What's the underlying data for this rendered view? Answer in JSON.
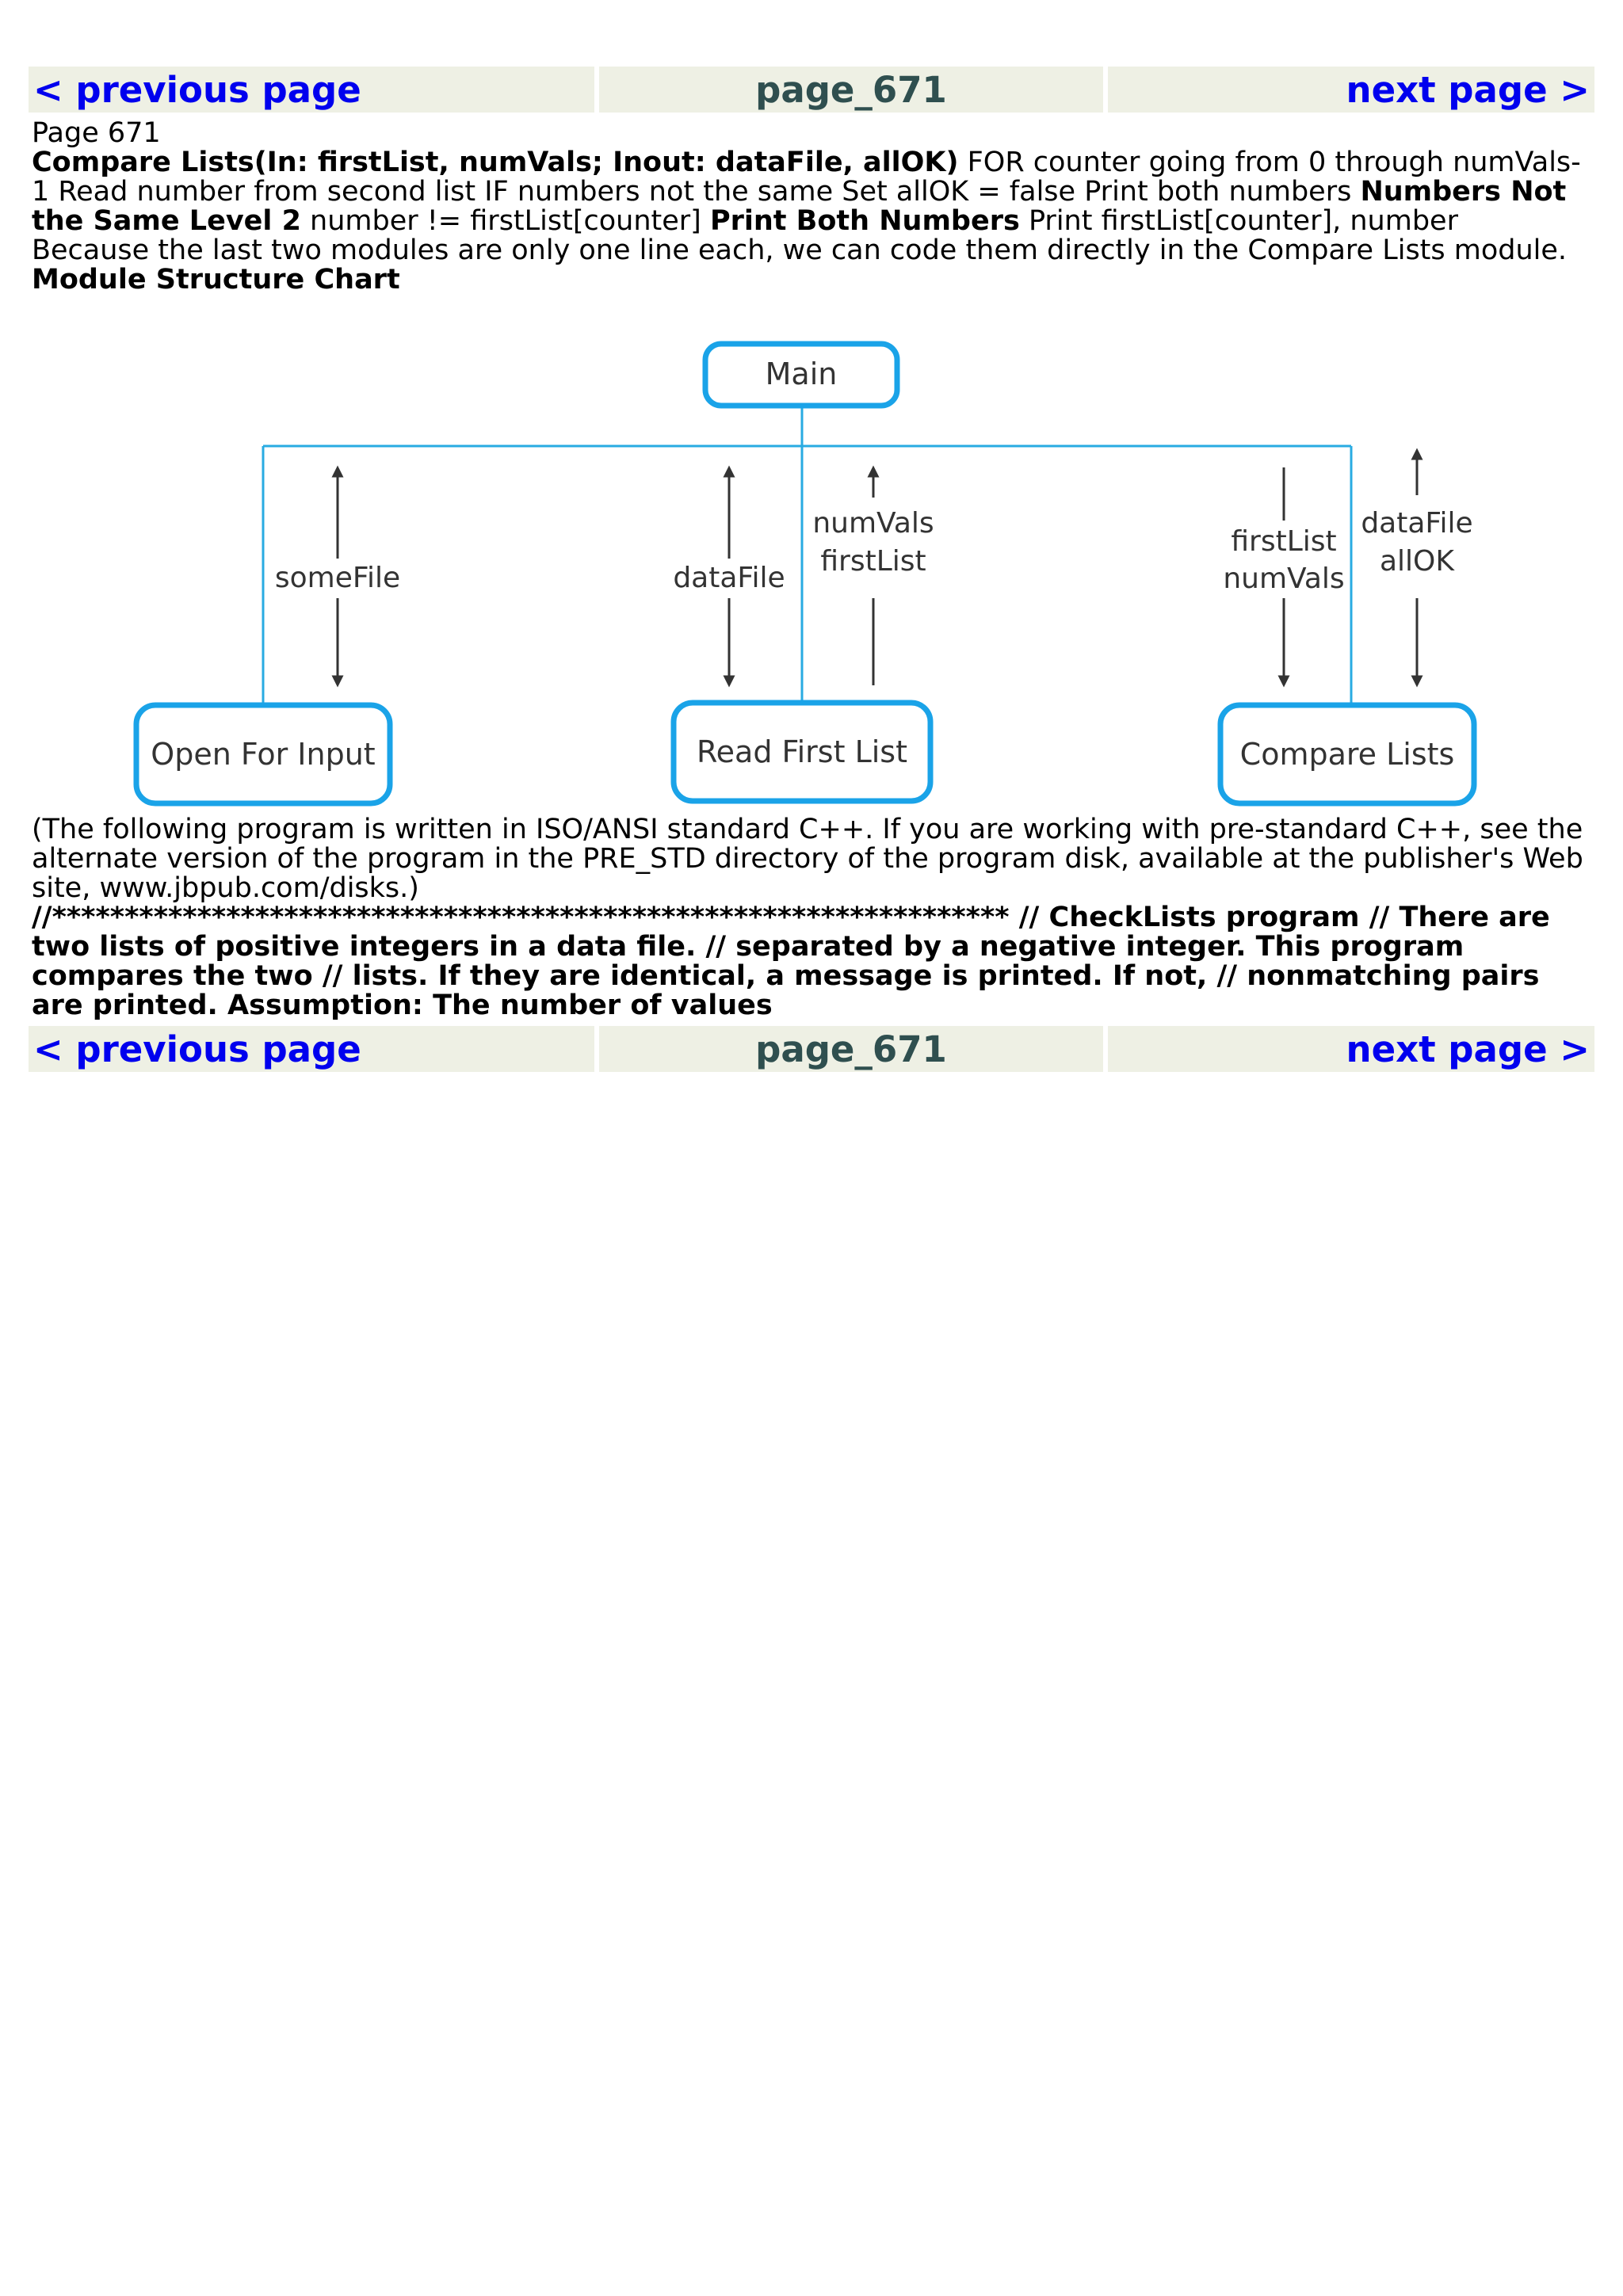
{
  "nav": {
    "prev_label": "< previous page",
    "page_label": "page_671",
    "next_label": "next page >"
  },
  "content": {
    "page_number": "Page 671",
    "compare_heading": "Compare Lists(In: firstList, numVals; Inout: dataFile, allOK)",
    "compare_body_1": " FOR counter going from 0 through numVals-1 Read number from second list IF numbers not the same Set allOK = false Print both numbers ",
    "numbers_heading": "Numbers Not the Same Level 2",
    "numbers_body": " number != firstList[counter] ",
    "print_heading": "Print Both Numbers",
    "print_body": " Print firstList[counter], number",
    "because_text": "Because the last two modules are only one line each, we can code them directly in the Compare Lists module.",
    "chart_heading": "Module Structure Chart",
    "following_note": "(The following program is written in ISO/ANSI standard C++. If you are working with pre-standard C++, see the alternate version of the program in the PRE_STD directory of the program disk, available at the publisher's Web site, www.jbpub.com/disks.)",
    "code_comment": "//****************************************************************** // CheckLists program // There are two lists of positive integers in a data file. // separated by a negative integer. This program compares the two // lists. If they are identical, a message is printed. If not, // nonmatching pairs are printed. Assumption: The number of values"
  },
  "diagram": {
    "main_label": "Main",
    "open_label": "Open For Input",
    "read_label": "Read First List",
    "compare_label": "Compare Lists",
    "somefile_label": "someFile",
    "datafile_label": "dataFile",
    "numvals_label": "numVals",
    "firstlist_label": "firstList",
    "compare_firstlist_label": "firstList",
    "compare_numvals_label": "numVals",
    "compare_datafile_label": "dataFile",
    "compare_allok_label": "allOK",
    "line_color": "#29abe2",
    "box_border_color": "#1aa3e8"
  }
}
